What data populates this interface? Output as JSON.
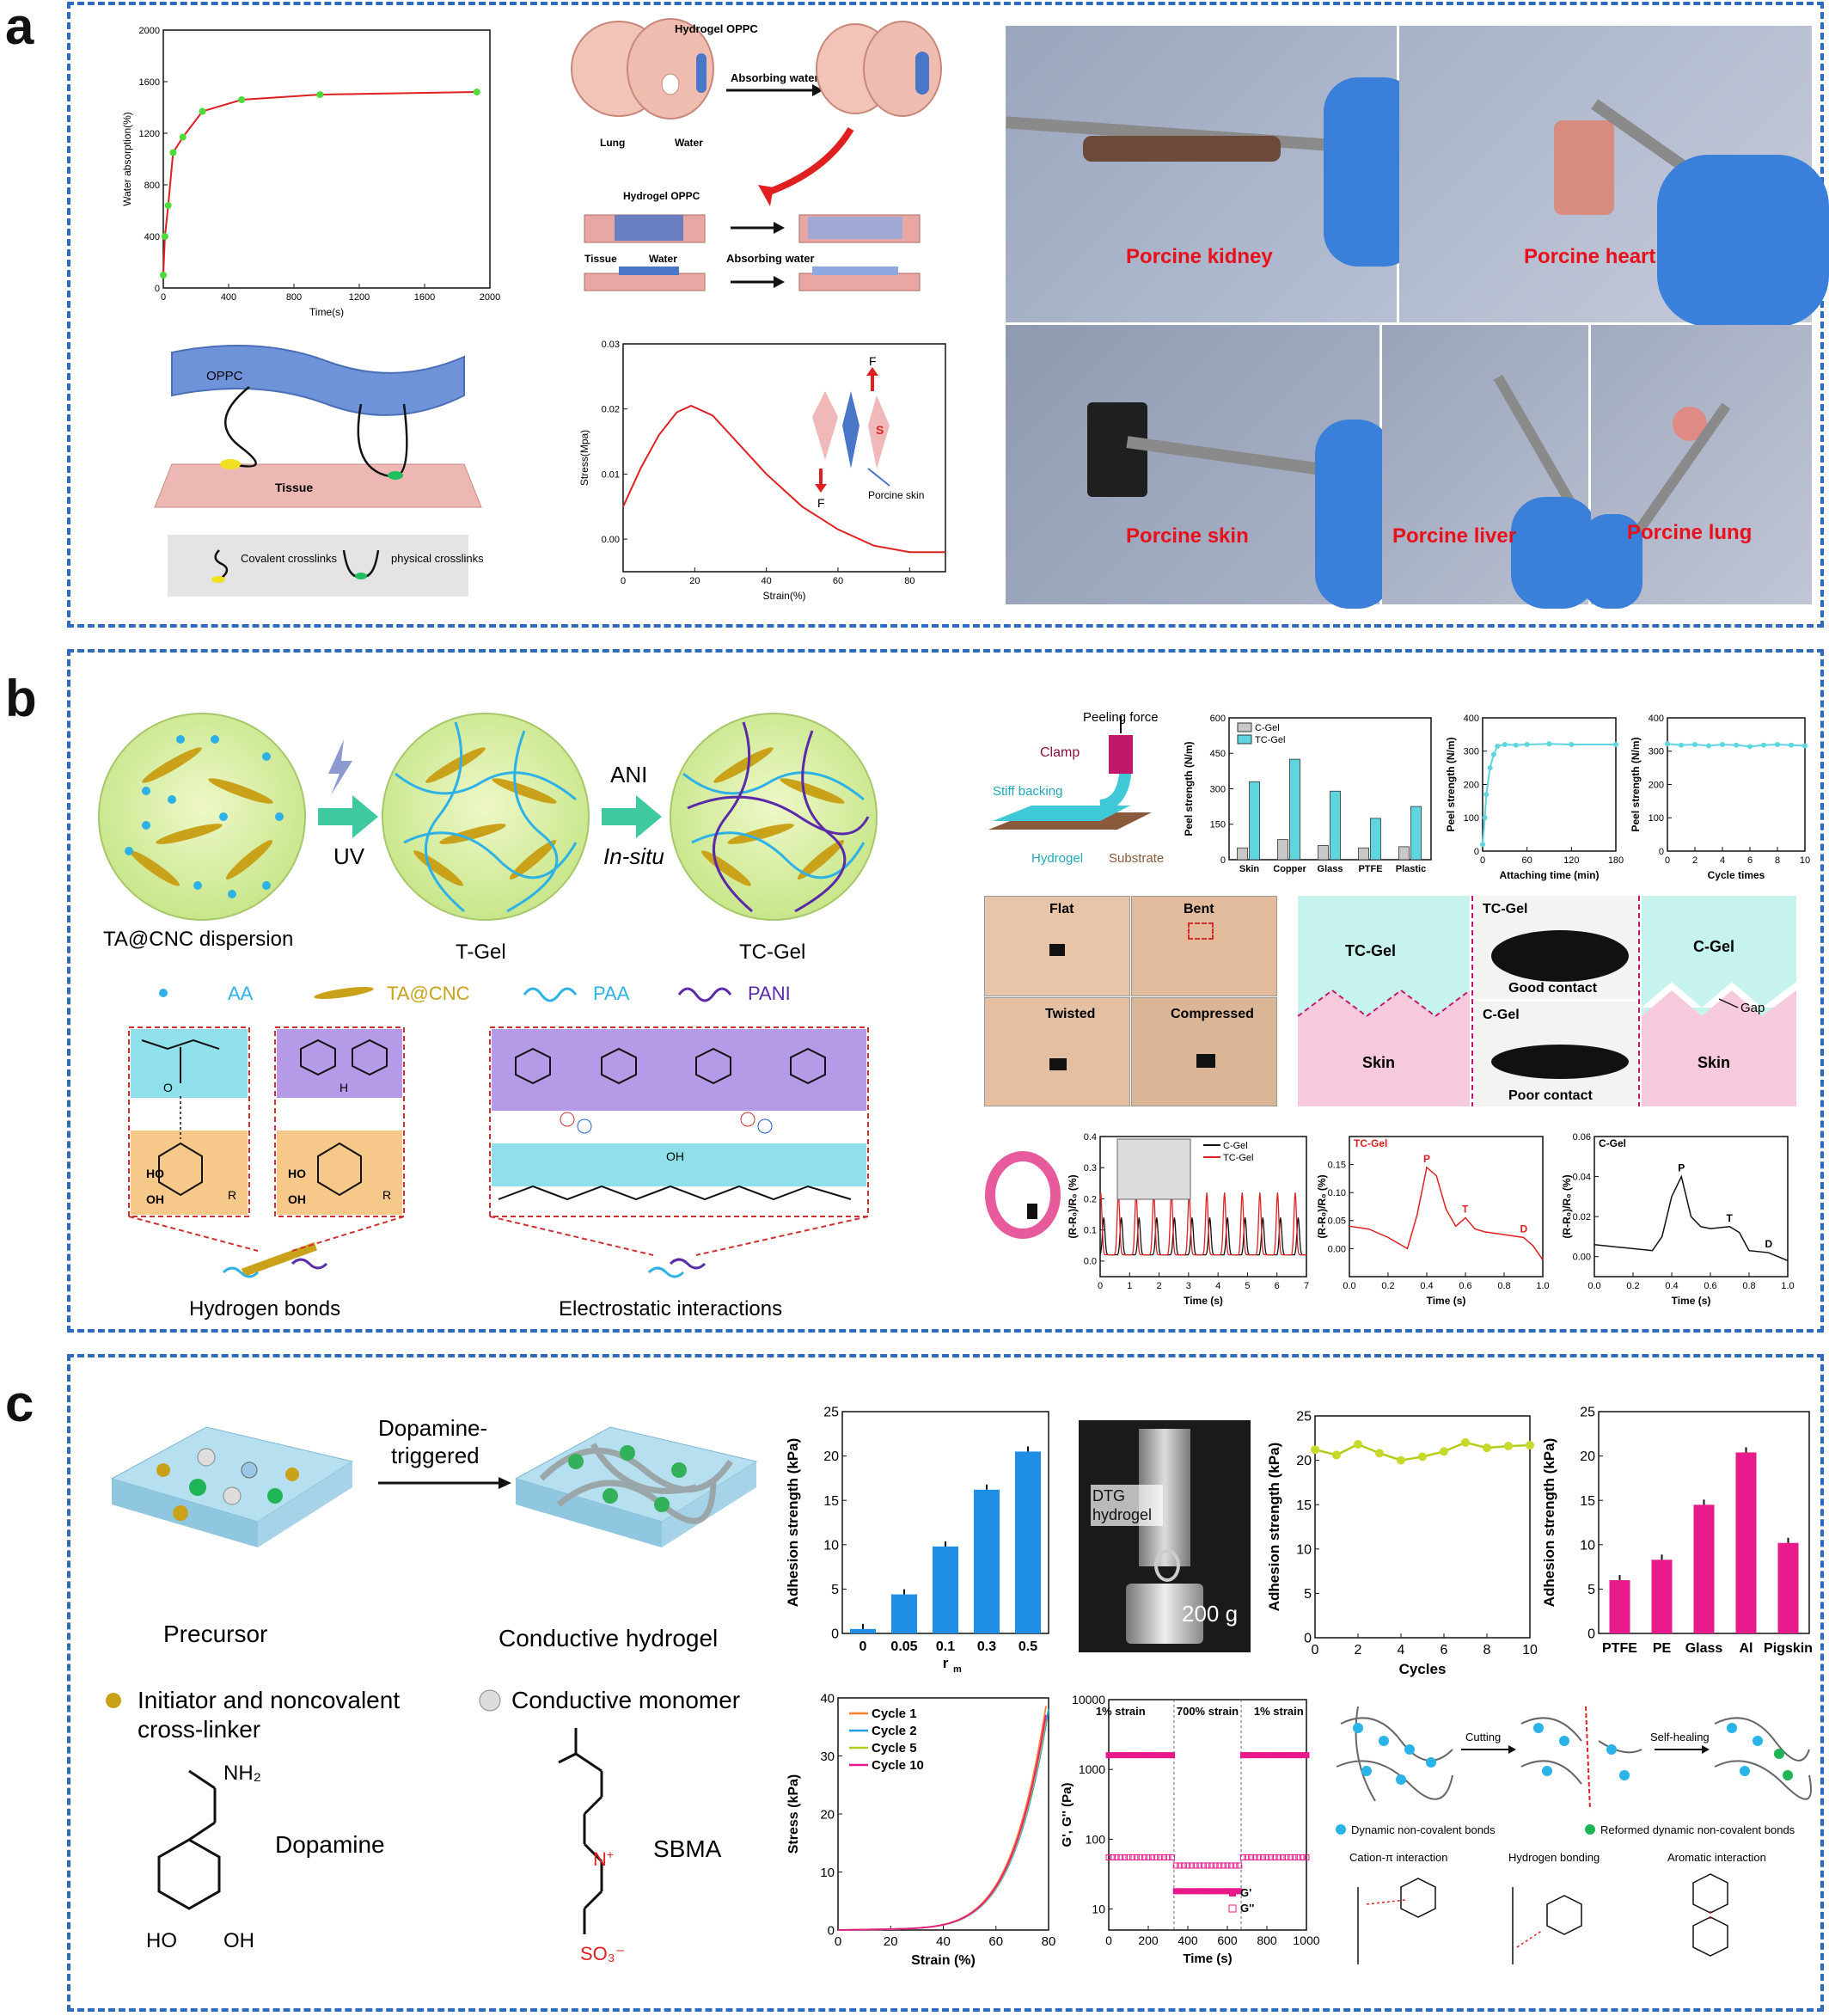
{
  "panel_labels": {
    "a": "a",
    "b": "b",
    "c": "c"
  },
  "colors": {
    "panel_border": "#2f6bbd",
    "red_label": "#e8101a",
    "cyan": "#5fd5e0",
    "magenta": "#e8198b",
    "blue_bar": "#1f8fe6"
  },
  "a": {
    "water_chart": {
      "ylabel": "Water absorption(%)",
      "xlabel": "Time(s)"
    },
    "schematic_top": {
      "hydrogel": "Hydrogel OPPC",
      "lung": "Lung",
      "water": "Water",
      "absorbing": "Absorbing water",
      "hydrogel2": "Hydrogel OPPC",
      "tissue": "Tissue",
      "water2": "Water",
      "absorbing2": "Absorbing water"
    },
    "crosslink": {
      "oppc": "OPPC",
      "tissue": "Tissue",
      "covalent": "Covalent crosslinks",
      "physical": "physical crosslinks"
    },
    "stress_chart": {
      "ylabel": "Stress(Mpa)",
      "xlabel": "Strain(%)",
      "f_top": "F",
      "f_bottom": "F",
      "s": "S",
      "porcine": "Porcine skin"
    },
    "photos": [
      "Porcine kidney",
      "Porcine heart",
      "Porcine skin",
      "Porcine liver",
      "Porcine lung"
    ]
  },
  "b": {
    "schematic": {
      "uv": "UV",
      "ani": "ANI",
      "insitu": "In-situ",
      "d1": "TA@CNC dispersion",
      "d2": "T-Gel",
      "d3": "TC-Gel"
    },
    "legend": {
      "aa": "AA",
      "tacnc": "TA@CNC",
      "paa": "PAA",
      "pani": "PANI"
    },
    "bonds": {
      "hb": "Hydrogen bonds",
      "ei": "Electrostatic interactions",
      "ho": "HO",
      "r": "R",
      "oh": "OH",
      "h": "H",
      "o": "O"
    },
    "peel_setup": {
      "peeling": "Peeling force",
      "clamp": "Clamp",
      "stiff": "Stiff backing",
      "hydrogel": "Hydrogel",
      "substrate": "Substrate"
    },
    "peel_labels": {
      "ylabel": "Peel strength (N/m)",
      "attach_x": "Attaching time (min)",
      "cycle_x": "Cycle times"
    },
    "wrist": {
      "flat": "Flat",
      "bent": "Bent",
      "twisted": "Twisted",
      "compressed": "Compressed"
    },
    "contact": {
      "tc": "TC-Gel",
      "skin": "Skin",
      "tc2": "TC-Gel",
      "good": "Good contact",
      "c": "C-Gel",
      "poor": "Poor contact",
      "c2": "C-Gel",
      "gap": "Gap",
      "skin2": "Skin"
    },
    "pulse": {
      "ylabel": "(R-R₀)/R₀ (%)",
      "xlabel": "Time (s)",
      "tc": "TC-Gel",
      "c": "C-Gel",
      "p": "P",
      "t": "T",
      "d": "D"
    }
  },
  "c": {
    "schematic": {
      "trigger": "Dopamine-\ntriggered",
      "precursor": "Precursor",
      "conductive": "Conductive hydrogel",
      "initiator": "Initiator and noncovalent cross-linker",
      "monomer": "Conductive monomer",
      "dopamine": "Dopamine",
      "sbma": "SBMA",
      "nh2": "NH₂",
      "ho": "HO",
      "oh": "OH",
      "so3": "SO₃⁻"
    },
    "labels": {
      "adh": "Adhesion strength (kPa)",
      "rm": "r",
      "rm_sub": "m",
      "cycles": "Cycles",
      "stress": "Stress (kPa)",
      "strain": "Strain (%)",
      "gmod": "G', G'' (Pa)",
      "time": "Time (s)",
      "dtg": "DTG hydrogel",
      "weight": "200 g",
      "s1": "1% strain",
      "s2": "700% strain",
      "s3": "1% strain",
      "gp": "G'",
      "gpp": "G''"
    },
    "heal": {
      "cutting": "Cutting",
      "selfheal": "Self-healing",
      "dyn": "Dynamic non-covalent bonds",
      "ref": "Reformed dynamic non-covalent bonds",
      "cation": "Cation-π interaction",
      "hbond": "Hydrogen bonding",
      "arom": "Aromatic interaction"
    }
  },
  "chart_data": [
    {
      "type": "line",
      "id": "a-water",
      "xlabel": "Time(s)",
      "ylabel": "Water absorption(%)",
      "xlim": [
        0,
        2000
      ],
      "ylim": [
        0,
        2000
      ],
      "xticks": [
        "0",
        "400",
        "800",
        "1200",
        "1600",
        "2000"
      ],
      "yticks": [
        "0",
        "400",
        "800",
        "1200",
        "1600",
        "2000"
      ],
      "x": [
        0,
        10,
        30,
        60,
        120,
        240,
        480,
        960,
        1920
      ],
      "y": [
        100,
        400,
        640,
        1050,
        1170,
        1370,
        1460,
        1500,
        1520
      ]
    },
    {
      "type": "line",
      "id": "a-stress",
      "xlabel": "Strain(%)",
      "ylabel": "Stress(Mpa)",
      "xlim": [
        0,
        90
      ],
      "ylim": [
        -0.005,
        0.03
      ],
      "xticks": [
        "0",
        "20",
        "40",
        "60",
        "80"
      ],
      "yticks": [
        "0.00",
        "0.01",
        "0.02",
        "0.03"
      ],
      "x": [
        0,
        5,
        10,
        15,
        19,
        25,
        30,
        40,
        50,
        60,
        70,
        80,
        90
      ],
      "y": [
        0.005,
        0.011,
        0.016,
        0.0195,
        0.0205,
        0.019,
        0.016,
        0.01,
        0.005,
        0.0015,
        -0.001,
        -0.002,
        -0.002
      ]
    },
    {
      "type": "bar",
      "id": "b-peel",
      "ylabel": "Peel strength (N/m)",
      "ylim": [
        0,
        600
      ],
      "yticks": [
        "0",
        "150",
        "300",
        "450",
        "600"
      ],
      "categories": [
        "Skin",
        "Copper",
        "Glass",
        "PTFE",
        "Plastic"
      ],
      "series": [
        {
          "name": "C-Gel",
          "values": [
            50,
            85,
            60,
            50,
            55
          ]
        },
        {
          "name": "TC-Gel",
          "values": [
            330,
            425,
            290,
            175,
            225
          ]
        }
      ]
    },
    {
      "type": "line",
      "id": "b-attach",
      "xlabel": "Attaching time (min)",
      "ylabel": "Peel strength (N/m)",
      "xlim": [
        0,
        180
      ],
      "ylim": [
        0,
        400
      ],
      "xticks": [
        "0",
        "60",
        "120",
        "180"
      ],
      "yticks": [
        "0",
        "100",
        "200",
        "300",
        "400"
      ],
      "x": [
        0,
        3,
        5,
        10,
        15,
        20,
        30,
        45,
        60,
        90,
        120,
        180
      ],
      "y": [
        20,
        100,
        170,
        250,
        290,
        315,
        320,
        318,
        320,
        322,
        320,
        320
      ]
    },
    {
      "type": "line",
      "id": "b-cycle",
      "xlabel": "Cycle times",
      "ylabel": "Peel strength (N/m)",
      "xlim": [
        0,
        10
      ],
      "ylim": [
        0,
        400
      ],
      "xticks": [
        "0",
        "2",
        "4",
        "6",
        "8",
        "10"
      ],
      "yticks": [
        "0",
        "100",
        "200",
        "300",
        "400"
      ],
      "x": [
        0,
        1,
        2,
        3,
        4,
        5,
        6,
        7,
        8,
        9,
        10
      ],
      "y": [
        322,
        318,
        320,
        316,
        320,
        318,
        314,
        318,
        320,
        318,
        316
      ]
    },
    {
      "type": "line",
      "id": "b-pulse-all",
      "xlabel": "Time (s)",
      "ylabel": "(R-R₀)/R₀ (%)",
      "xlim": [
        0,
        7
      ],
      "ylim": [
        -0.05,
        0.4
      ],
      "xticks": [
        "0",
        "1",
        "2",
        "3",
        "4",
        "5",
        "6",
        "7"
      ],
      "yticks": [
        "0.0",
        "0.1",
        "0.2",
        "0.3",
        "0.4"
      ],
      "series": [
        {
          "name": "C-Gel"
        },
        {
          "name": "TC-Gel"
        }
      ]
    },
    {
      "type": "line",
      "id": "b-pulse-tc",
      "xlabel": "Time (s)",
      "ylabel": "(R-R₀)/R₀ (%)",
      "xlim": [
        0,
        1
      ],
      "ylim": [
        -0.05,
        0.2
      ],
      "xticks": [
        "0.0",
        "0.2",
        "0.4",
        "0.6",
        "0.8",
        "1.0"
      ],
      "yticks": [
        "0.00",
        "0.05",
        "0.10",
        "0.15"
      ],
      "x": [
        0,
        0.1,
        0.2,
        0.3,
        0.35,
        0.4,
        0.45,
        0.5,
        0.55,
        0.6,
        0.65,
        0.7,
        0.8,
        0.9,
        0.95,
        1.0
      ],
      "y": [
        0.04,
        0.035,
        0.02,
        0.0,
        0.06,
        0.145,
        0.13,
        0.07,
        0.04,
        0.055,
        0.035,
        0.03,
        0.025,
        0.02,
        0.005,
        -0.02
      ]
    },
    {
      "type": "line",
      "id": "b-pulse-c",
      "xlabel": "Time (s)",
      "ylabel": "(R-R₀)/R₀ (%)",
      "xlim": [
        0,
        1
      ],
      "ylim": [
        -0.01,
        0.06
      ],
      "xticks": [
        "0.0",
        "0.2",
        "0.4",
        "0.6",
        "0.8",
        "1.0"
      ],
      "yticks": [
        "0.00",
        "0.02",
        "0.04",
        "0.06"
      ],
      "x": [
        0,
        0.1,
        0.2,
        0.3,
        0.35,
        0.4,
        0.45,
        0.5,
        0.55,
        0.6,
        0.7,
        0.75,
        0.8,
        0.9,
        1.0
      ],
      "y": [
        0.006,
        0.005,
        0.004,
        0.003,
        0.01,
        0.03,
        0.04,
        0.02,
        0.015,
        0.014,
        0.015,
        0.012,
        0.003,
        0.002,
        -0.002
      ]
    },
    {
      "type": "bar",
      "id": "c-rm",
      "xlabel": "r_m",
      "ylabel": "Adhesion strength (kPa)",
      "ylim": [
        0,
        25
      ],
      "yticks": [
        "0",
        "5",
        "10",
        "15",
        "20",
        "25"
      ],
      "categories": [
        "0",
        "0.05",
        "0.1",
        "0.3",
        "0.5"
      ],
      "values": [
        0.5,
        4.4,
        9.8,
        16.2,
        20.5
      ]
    },
    {
      "type": "line",
      "id": "c-cycles",
      "xlabel": "Cycles",
      "ylabel": "Adhesion strength (kPa)",
      "xlim": [
        0,
        10
      ],
      "ylim": [
        0,
        25
      ],
      "xticks": [
        "0",
        "2",
        "4",
        "6",
        "8",
        "10"
      ],
      "yticks": [
        "0",
        "5",
        "10",
        "15",
        "20",
        "25"
      ],
      "x": [
        0,
        1,
        2,
        3,
        4,
        5,
        6,
        7,
        8,
        9,
        10
      ],
      "y": [
        21.2,
        20.6,
        21.8,
        20.8,
        20.0,
        20.4,
        21.0,
        22.0,
        21.4,
        21.6,
        21.7
      ]
    },
    {
      "type": "bar",
      "id": "c-substrate",
      "ylabel": "Adhesion strength (kPa)",
      "ylim": [
        0,
        25
      ],
      "yticks": [
        "0",
        "5",
        "10",
        "15",
        "20",
        "25"
      ],
      "categories": [
        "PTFE",
        "PE",
        "Glass",
        "Al",
        "Pigskin"
      ],
      "values": [
        6.0,
        8.3,
        14.5,
        20.4,
        10.2
      ]
    },
    {
      "type": "line",
      "id": "c-stress",
      "xlabel": "Strain (%)",
      "ylabel": "Stress (kPa)",
      "xlim": [
        0,
        80
      ],
      "ylim": [
        0,
        40
      ],
      "xticks": [
        "0",
        "20",
        "40",
        "60",
        "80"
      ],
      "yticks": [
        "0",
        "10",
        "20",
        "30",
        "40"
      ],
      "series": [
        {
          "name": "Cycle 1"
        },
        {
          "name": "Cycle 2"
        },
        {
          "name": "Cycle 5"
        },
        {
          "name": "Cycle 10"
        }
      ]
    },
    {
      "type": "scatter",
      "id": "c-rheo",
      "xlabel": "Time (s)",
      "ylabel": "G', G'' (Pa)",
      "log_y": true,
      "xlim": [
        0,
        1000
      ],
      "ylim": [
        5,
        10000
      ],
      "xticks": [
        "0",
        "200",
        "400",
        "600",
        "800",
        "1000"
      ],
      "yticks": [
        "10",
        "100",
        "1000",
        "10000"
      ],
      "series": [
        {
          "name": "G'",
          "segments": [
            {
              "x": [
                0,
                330
              ],
              "y": 1600
            },
            {
              "x": [
                340,
                670
              ],
              "y": 18
            },
            {
              "x": [
                680,
                1000
              ],
              "y": 1600
            }
          ]
        },
        {
          "name": "G''",
          "segments": [
            {
              "x": [
                0,
                330
              ],
              "y": 55
            },
            {
              "x": [
                340,
                670
              ],
              "y": 42
            },
            {
              "x": [
                680,
                1000
              ],
              "y": 55
            }
          ]
        }
      ]
    }
  ]
}
